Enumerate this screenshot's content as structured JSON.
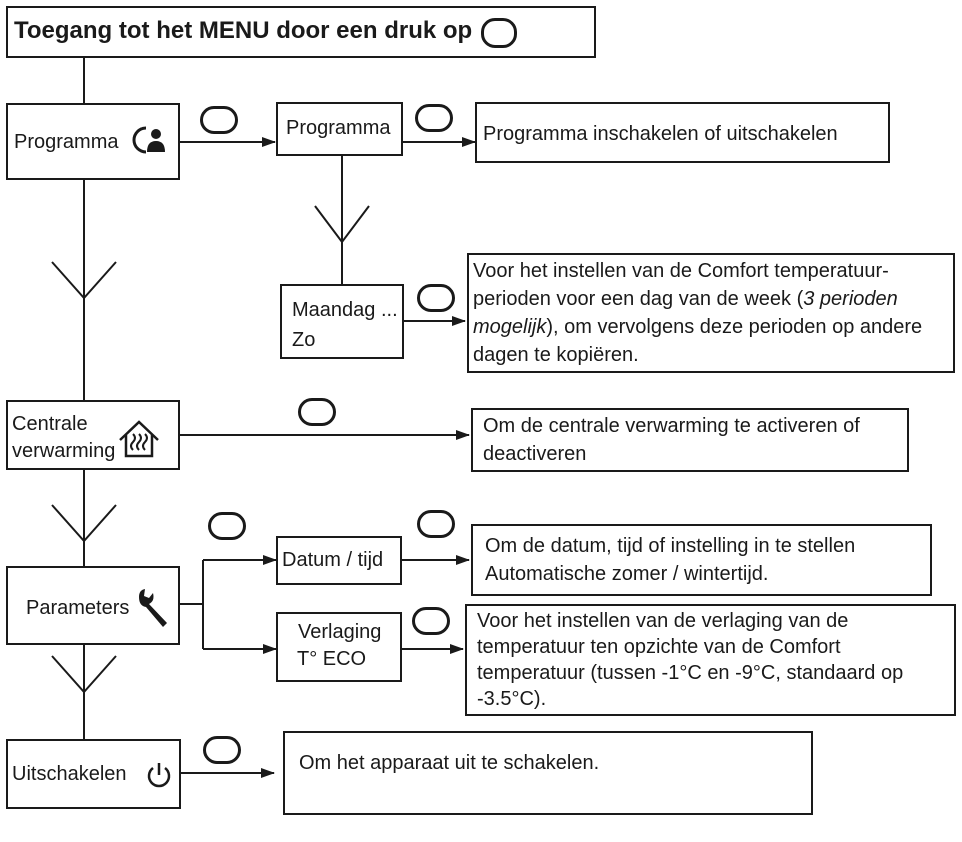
{
  "title": {
    "text": "Toegang tot het MENU door een druk op",
    "button_icon": "oval-button-icon"
  },
  "menu": {
    "programma": {
      "label": "Programma",
      "icon": "programme-clock-person-icon"
    },
    "centrale": {
      "label_line1": "Centrale",
      "label_line2": "verwarming",
      "icon": "house-heating-icon"
    },
    "parameters": {
      "label": "Parameters",
      "icon": "wrench-icon"
    },
    "uitschakelen": {
      "label": "Uitschakelen",
      "icon": "power-icon"
    }
  },
  "sub": {
    "programma": {
      "label": "Programma"
    },
    "maandag": {
      "line1": "Maandag ...",
      "line2": "Zo"
    },
    "datum": {
      "label": "Datum / tijd"
    },
    "verlaging": {
      "line1": "Verlaging",
      "line2": "T° ECO"
    }
  },
  "descriptions": {
    "programma": "Programma inschakelen of uitschakelen",
    "maandag": {
      "line1": "Voor het instellen van de Comfort temperatuur-",
      "line2_a": "perioden voor een dag van de week (",
      "line2_italic": "3 perioden",
      "line3_italic": "mogelijk",
      "line3_b": "), om vervolgens deze perioden op andere",
      "line4": "dagen te kopiëren."
    },
    "centrale": {
      "line1": "Om de centrale verwarming te activeren of",
      "line2": "deactiveren"
    },
    "datum": {
      "line1": "Om de datum, tijd of instelling in te stellen",
      "line2": "Automatische zomer / wintertijd."
    },
    "verlaging": {
      "line1": "Voor het instellen van de verlaging van de",
      "line2": "temperatuur ten opzichte van de Comfort",
      "line3": "temperatuur (tussen -1°C en -9°C, standaard op",
      "line4": "-3.5°C)."
    },
    "uitschakelen": "Om het apparaat uit te schakelen."
  },
  "colors": {
    "line": "#1a1a1a",
    "background": "#ffffff"
  }
}
